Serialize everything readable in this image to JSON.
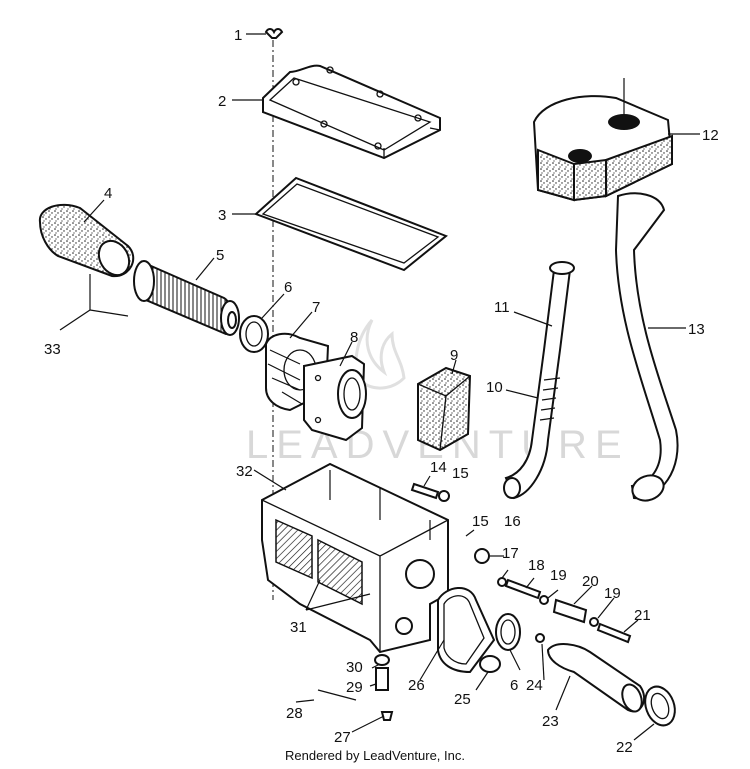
{
  "watermark": "LEADVENTURE",
  "footer": "Rendered by LeadVenture, Inc.",
  "callouts": {
    "c1": "1",
    "c2": "2",
    "c3": "3",
    "c4": "4",
    "c5": "5",
    "c6a": "6",
    "c6b": "6",
    "c7": "7",
    "c8": "8",
    "c9": "9",
    "c10": "10",
    "c11": "11",
    "c12": "12",
    "c13": "13",
    "c14": "14",
    "c15a": "15",
    "c15b": "15",
    "c16": "16",
    "c17": "17",
    "c18": "18",
    "c19a": "19",
    "c19b": "19",
    "c20": "20",
    "c21": "21",
    "c22": "22",
    "c23": "23",
    "c24": "24",
    "c25": "25",
    "c26": "26",
    "c27": "27",
    "c28": "28",
    "c29": "29",
    "c30": "30",
    "c31": "31",
    "c32": "32",
    "c33": "33"
  }
}
